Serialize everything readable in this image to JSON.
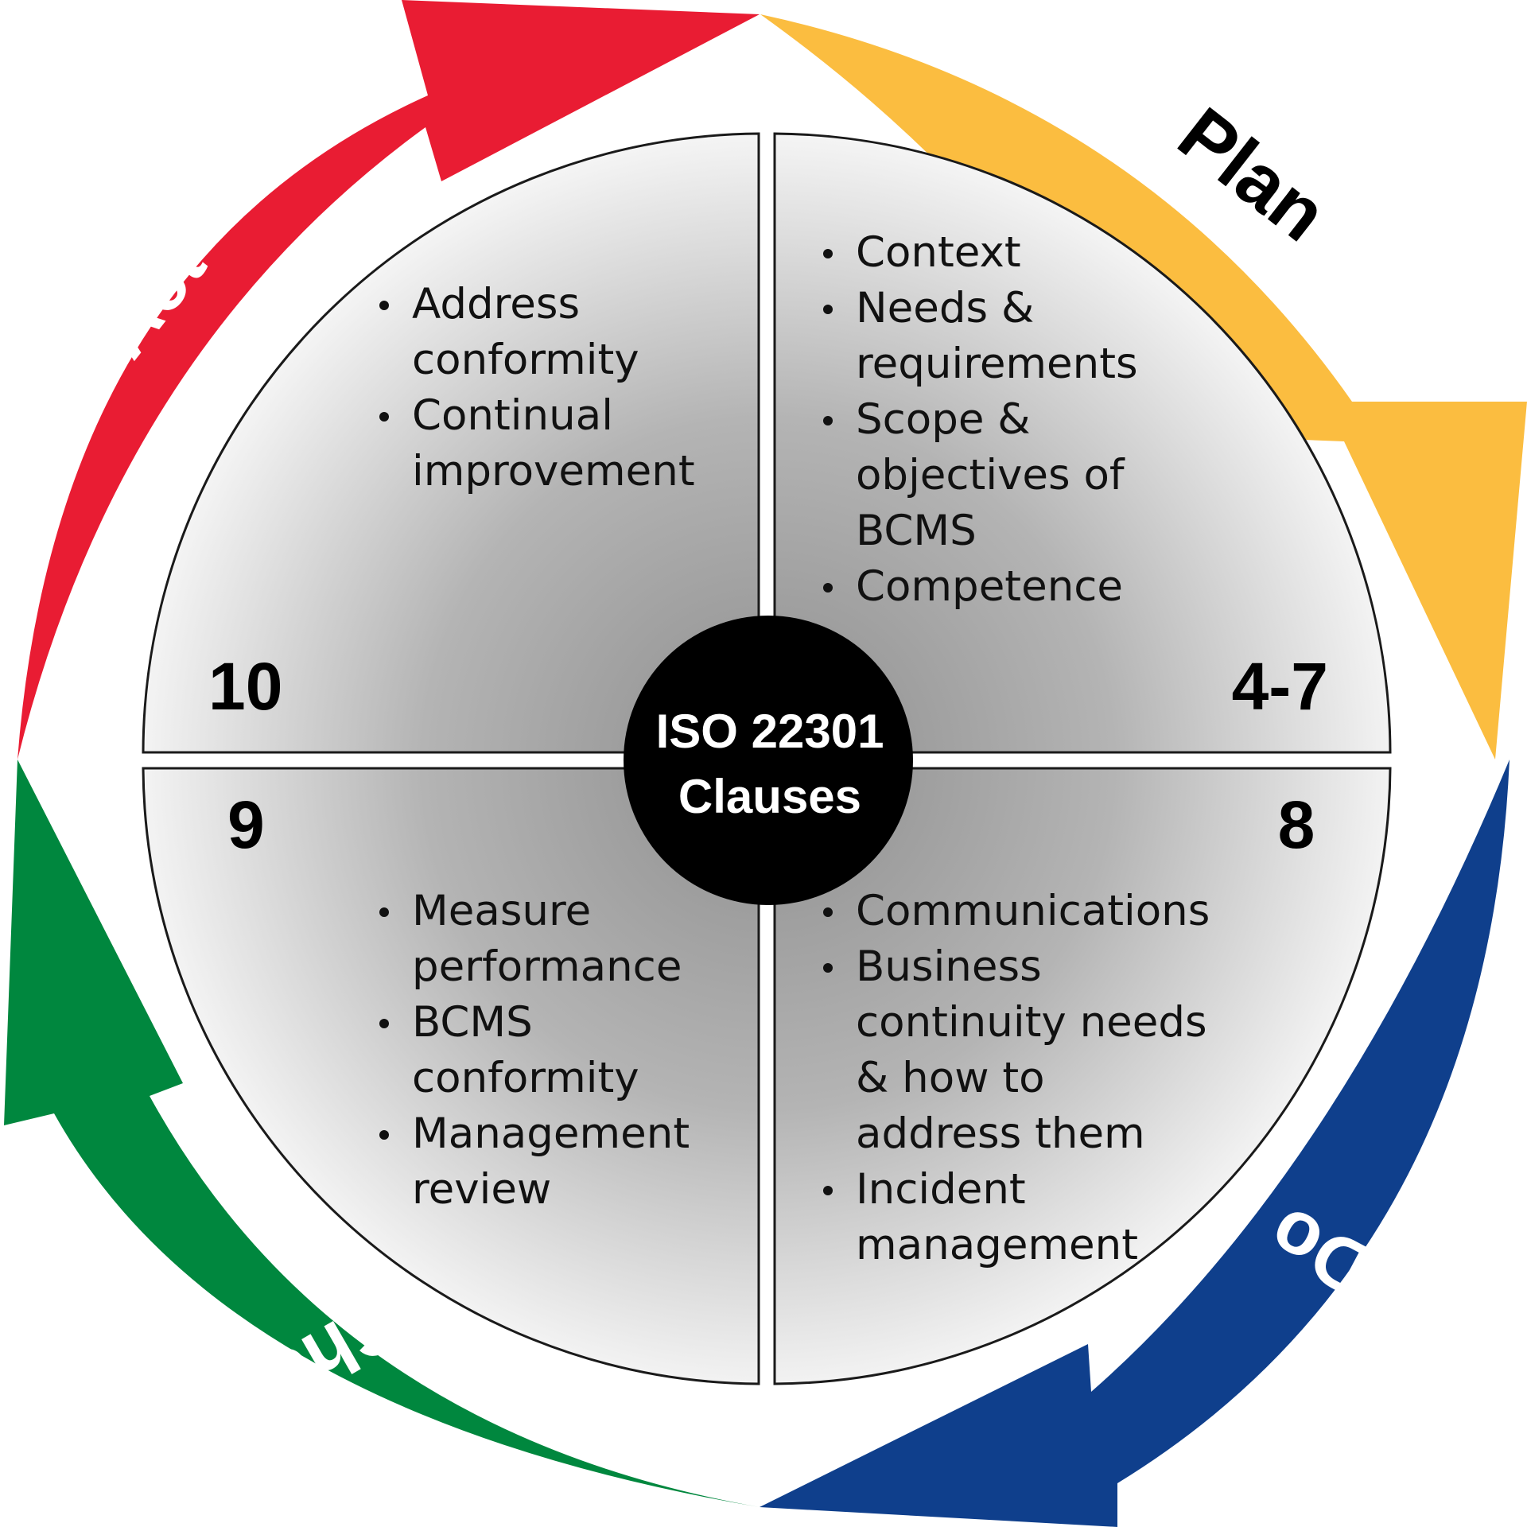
{
  "center": {
    "line1": "ISO 22301",
    "line2": "Clauses"
  },
  "phases": {
    "plan": {
      "label": "Plan",
      "color": "#FBBD40",
      "text_color": "#000000"
    },
    "do": {
      "label": "Do",
      "color": "#0F3F8C",
      "text_color": "#ffffff"
    },
    "check": {
      "label": "Check",
      "color": "#00873E",
      "text_color": "#ffffff"
    },
    "act": {
      "label": "Act",
      "color": "#E91C33",
      "text_color": "#ffffff"
    }
  },
  "quadrants": {
    "act": {
      "number": "10",
      "items": [
        [
          "Address",
          "conformity"
        ],
        [
          "Continual",
          "improvement"
        ]
      ]
    },
    "plan": {
      "number": "4-7",
      "items": [
        [
          "Context"
        ],
        [
          "Needs &",
          "requirements"
        ],
        [
          "Scope &",
          "objectives of",
          "BCMS"
        ],
        [
          "Competence"
        ]
      ]
    },
    "check": {
      "number": "9",
      "items": [
        [
          "Measure",
          "performance"
        ],
        [
          "BCMS",
          "conformity"
        ],
        [
          "Management",
          "review"
        ]
      ]
    },
    "do": {
      "number": "8",
      "items": [
        [
          "Communications"
        ],
        [
          "Business",
          "continuity needs",
          "& how to",
          "address them"
        ],
        [
          "Incident",
          "management"
        ]
      ]
    }
  }
}
